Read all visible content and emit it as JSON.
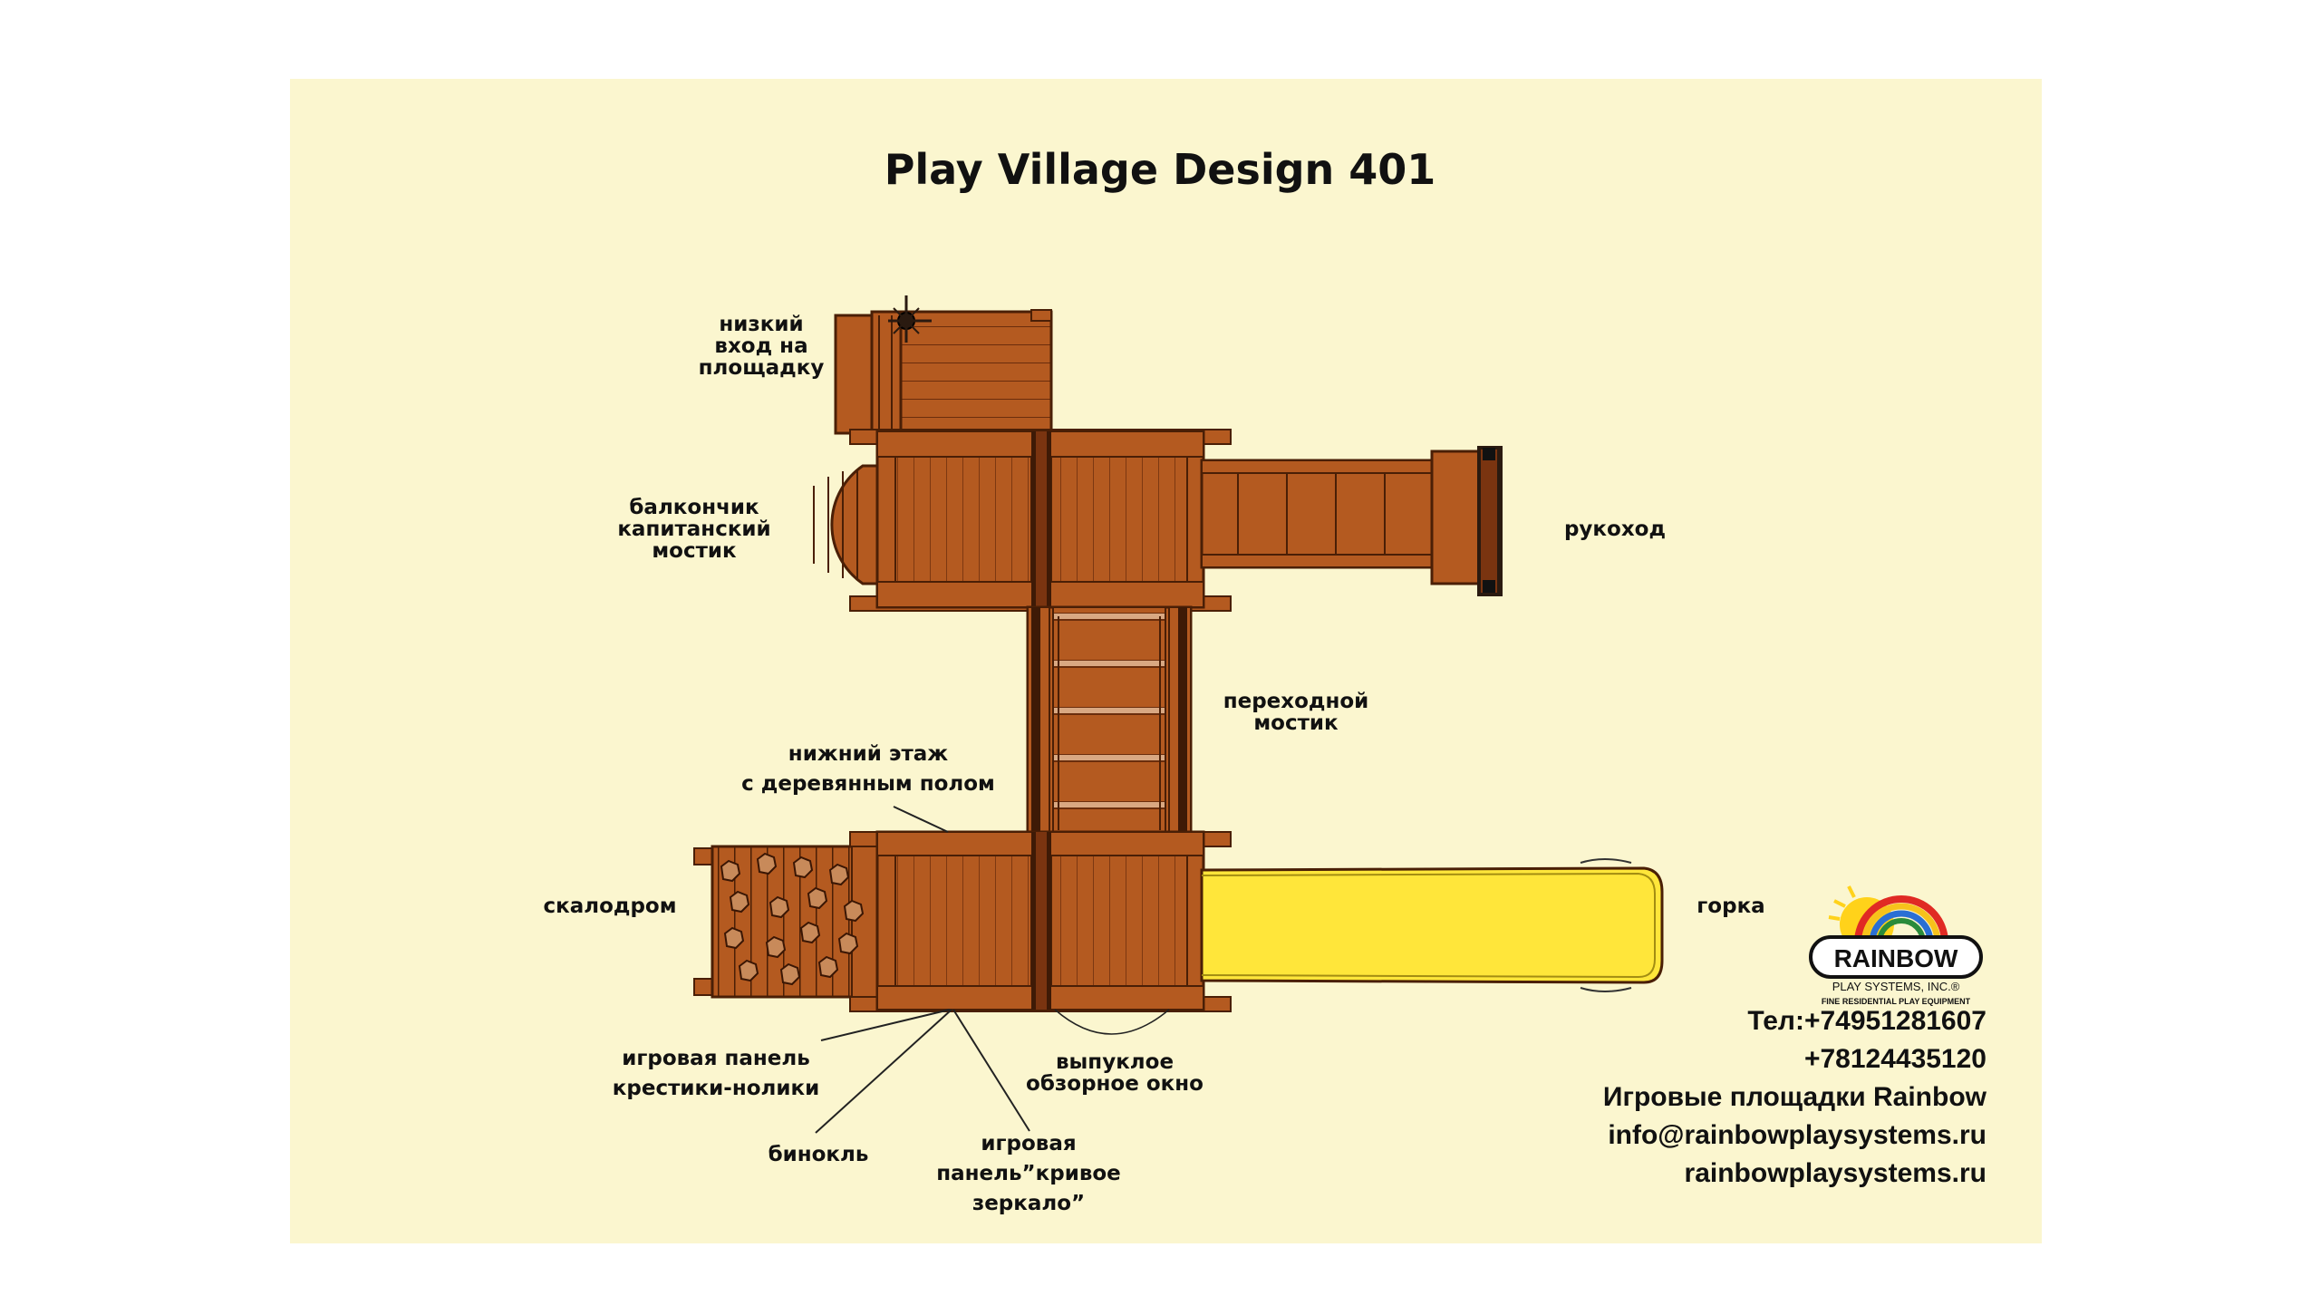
{
  "title": "Play Village Design 401",
  "labels": {
    "low_entry": [
      "низкий",
      "вход на",
      "площадку"
    ],
    "balcony": [
      "балкончик",
      "капитанский",
      "мостик"
    ],
    "monkey_bars": "рукоход",
    "bridge": [
      "переходной",
      "мостик"
    ],
    "lower_floor": [
      "нижний этаж",
      "с деревянным полом"
    ],
    "climbing_wall": "скалодром",
    "slide": "горка",
    "tictactoe": [
      "игровая панель",
      "крестики-нолики"
    ],
    "binoculars": "бинокль",
    "mirror_panel": [
      "игровая",
      "панель”кривое",
      "зеркало”"
    ],
    "window": [
      "выпуклое",
      "обзорное окно"
    ]
  },
  "contacts": {
    "phone1": "Тел:+74951281607",
    "phone2": "+78124435120",
    "company": "Игровые площадки Rainbow",
    "email": "info@rainbowplaysystems.ru",
    "site": "rainbowplaysystems.ru"
  },
  "logo": {
    "name": "RAINBOW",
    "line1": "PLAY SYSTEMS, INC.®",
    "line2": "FINE RESIDENTIAL PLAY EQUIPMENT"
  },
  "colors": {
    "background": "#fbf6cf",
    "wood": "#b45a20",
    "wood_dark": "#6b2d0c",
    "slide": "#ffe63a"
  }
}
